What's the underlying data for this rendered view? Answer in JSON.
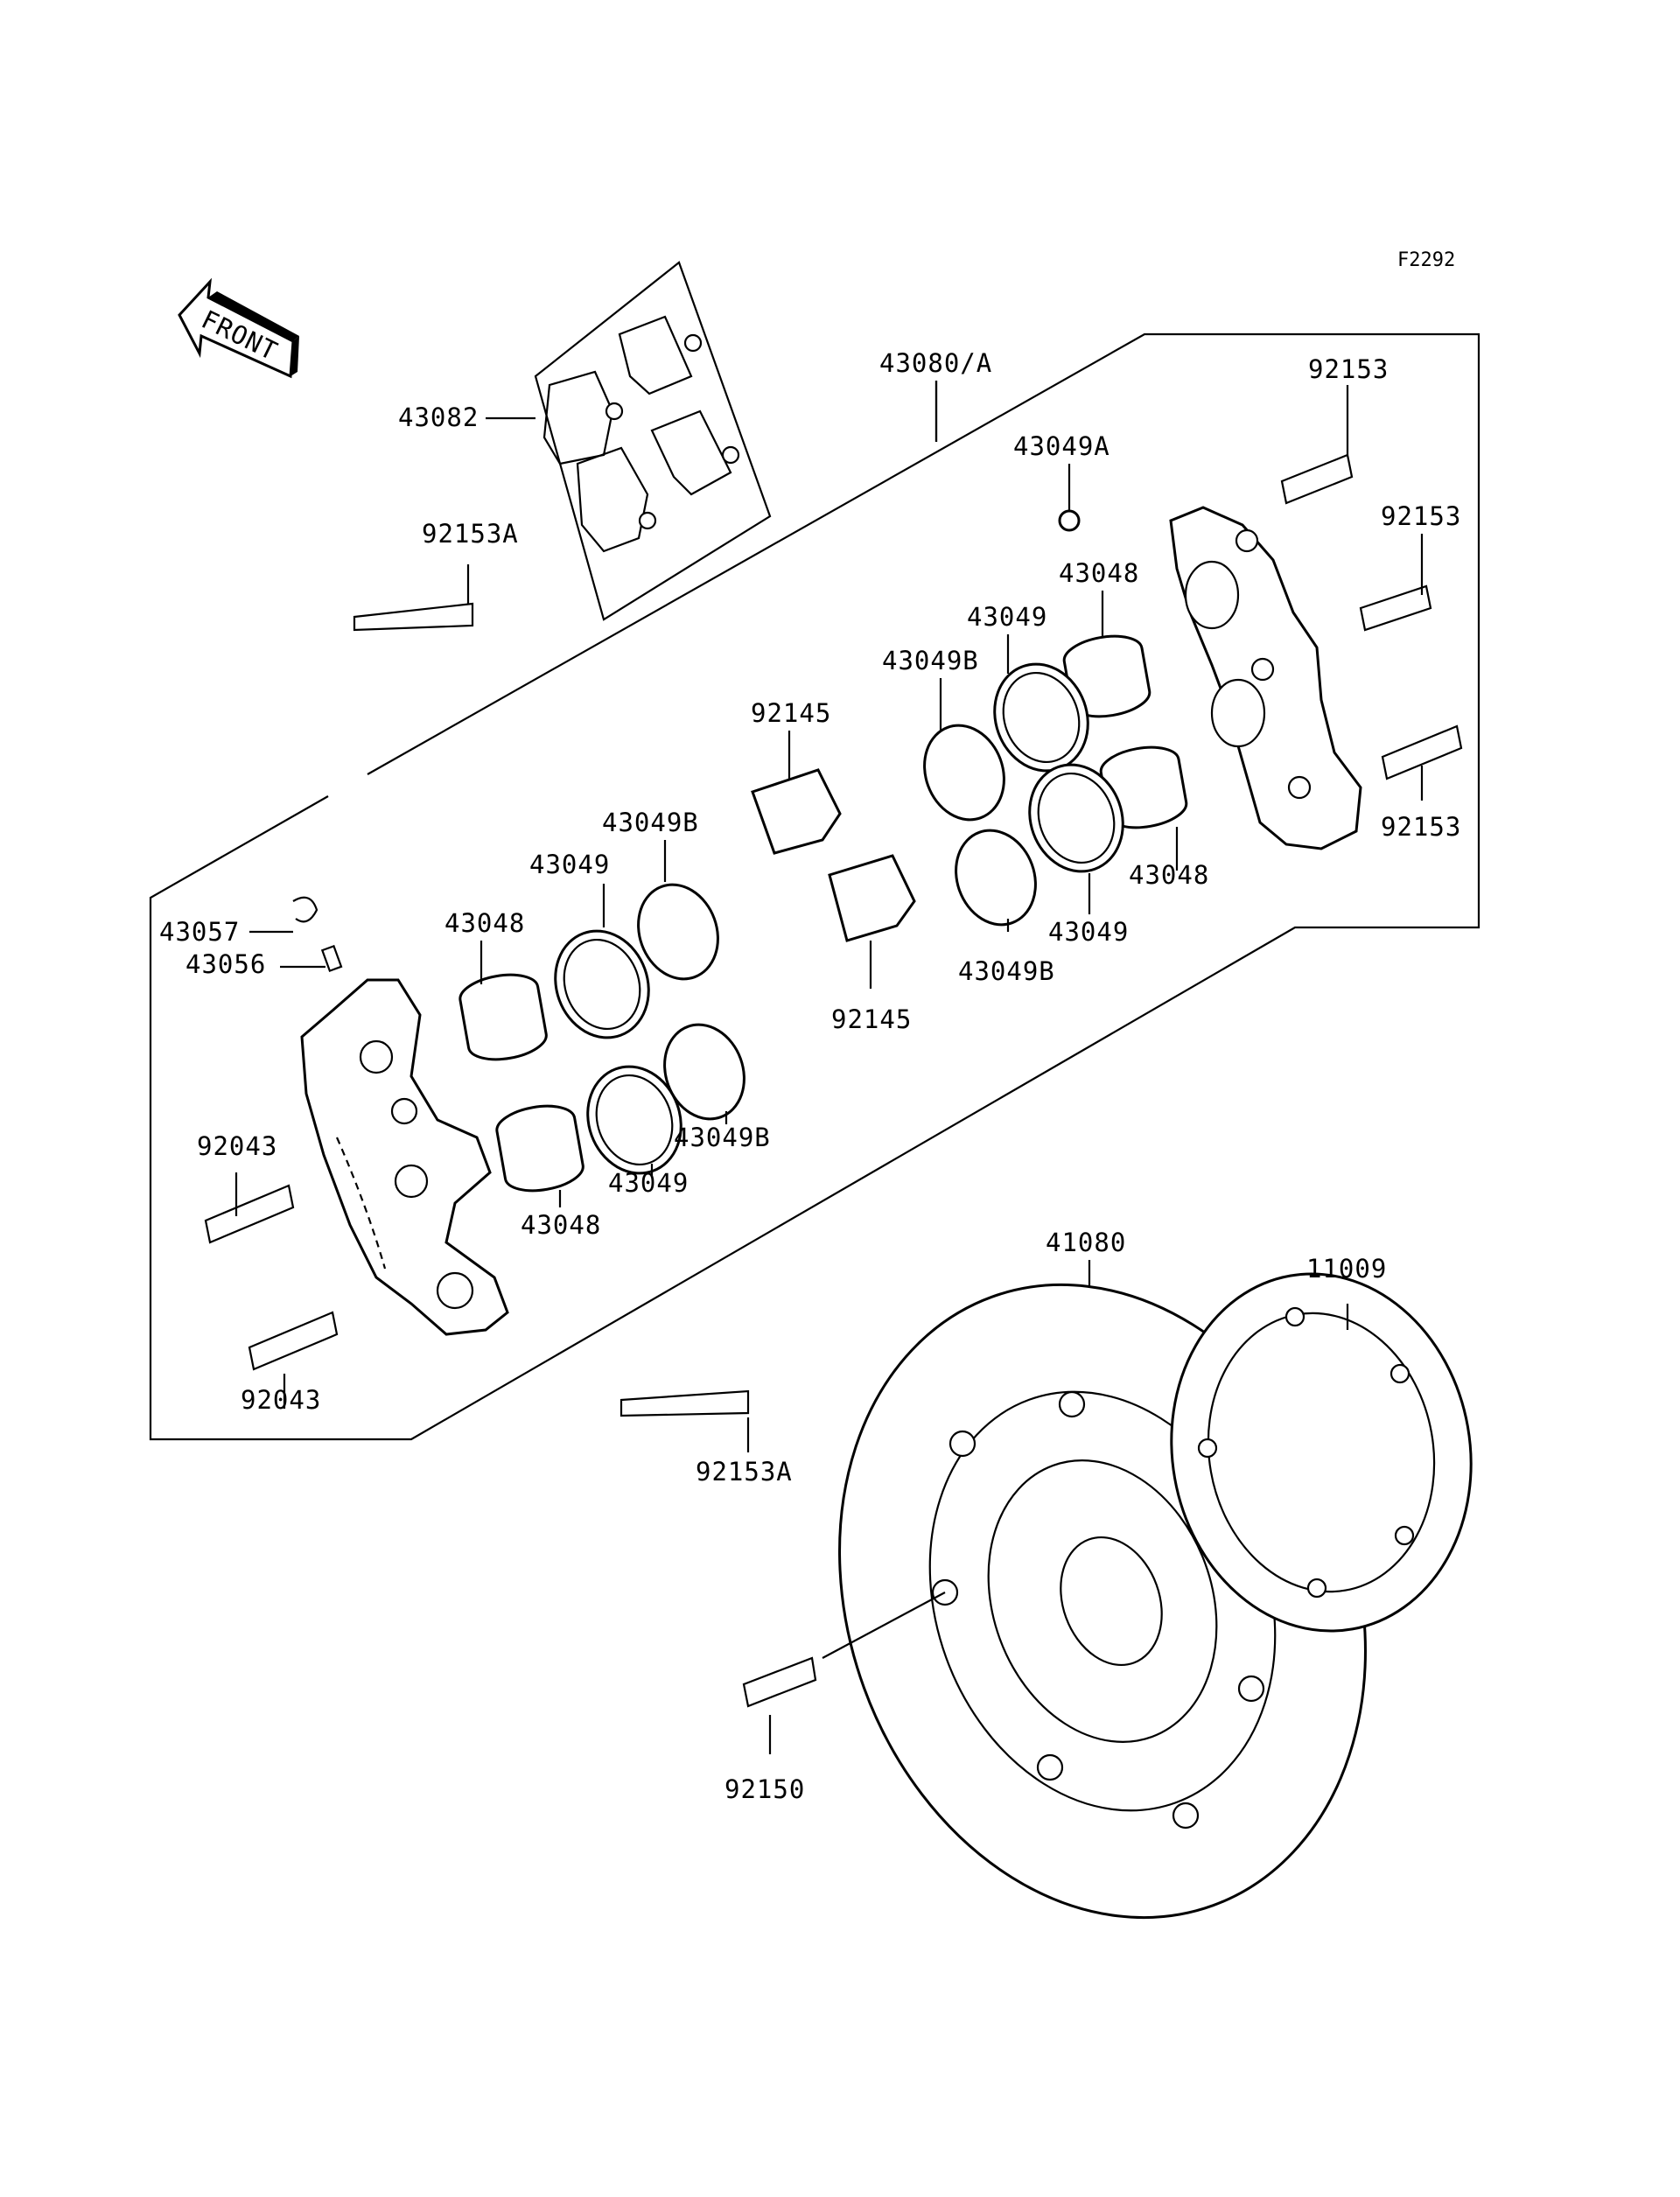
{
  "figure_code": "F2292",
  "front_arrow": {
    "label": "FRONT",
    "icon": "front-arrow-icon"
  },
  "labels": {
    "p43082": "43082",
    "p43080A": "43080/A",
    "p43049A": "43049A",
    "p92153_top": "92153",
    "p92153_mid": "92153",
    "p92153_low": "92153",
    "p92153A_top": "92153A",
    "p92153A_bottom": "92153A",
    "p43048_r1": "43048",
    "p43048_r2": "43048",
    "p43049_r1": "43049",
    "p43049_r2": "43049",
    "p43049B_r1": "43049B",
    "p43049B_r2": "43049B",
    "p92145_top": "92145",
    "p92145_bottom": "92145",
    "p43049B_l1": "43049B",
    "p43049_l1": "43049",
    "p43048_l1": "43048",
    "p43057": "43057",
    "p43056": "43056",
    "p92043_top": "92043",
    "p92043_bottom": "92043",
    "p43049B_l2": "43049B",
    "p43049_l2": "43049",
    "p43048_l2": "43048",
    "p41080": "41080",
    "p11009": "11009",
    "p92150": "92150"
  }
}
